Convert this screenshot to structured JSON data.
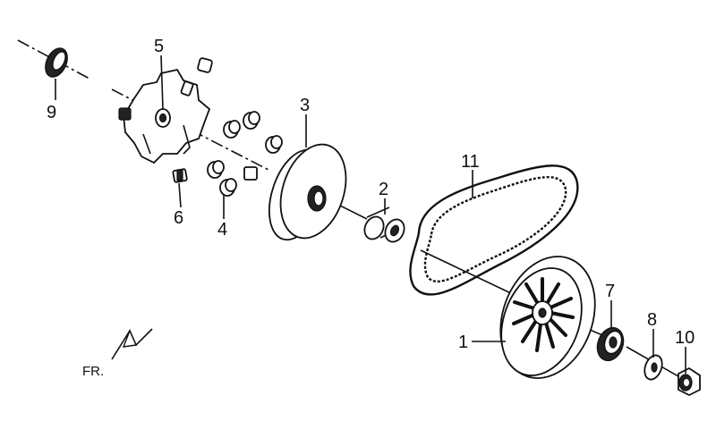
{
  "labels": {
    "p1": "1",
    "p2": "2",
    "p3": "3",
    "p4": "4",
    "p5": "5",
    "p6": "6",
    "p7": "7",
    "p8": "8",
    "p9": "9",
    "p10": "10",
    "p11": "11"
  },
  "direction_label": "FR."
}
